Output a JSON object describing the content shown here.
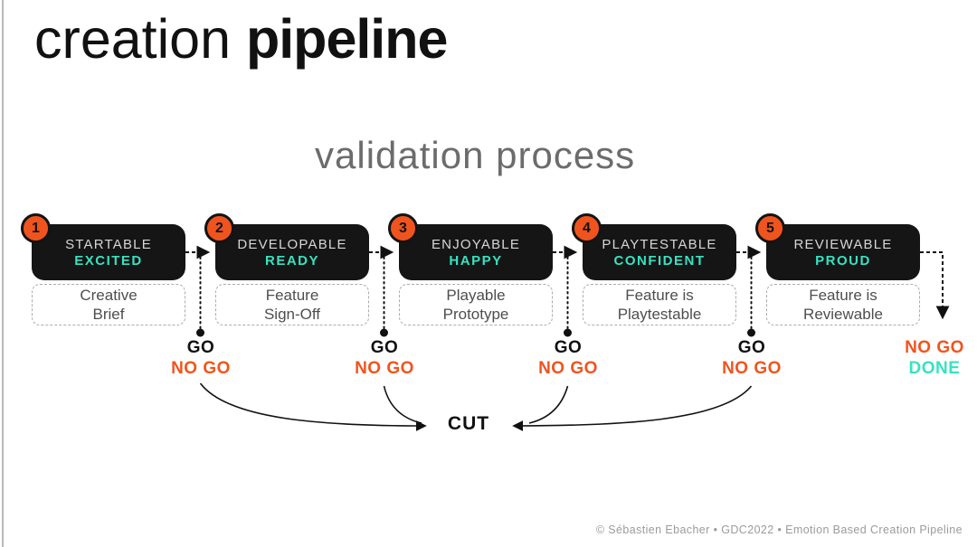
{
  "slide": {
    "title_light": "creation ",
    "title_bold": "pipeline",
    "subtitle": "validation process",
    "footer": "© Sébastien Ebacher • GDC2022 • Emotion Based Creation Pipeline"
  },
  "colors": {
    "accent_orange": "#F0541E",
    "accent_teal": "#38E2C0",
    "stage_black": "#151515"
  },
  "stages": [
    {
      "number": "1",
      "name": "STARTABLE",
      "emotion": "EXCITED",
      "artifact": "Creative\nBrief"
    },
    {
      "number": "2",
      "name": "DEVELOPABLE",
      "emotion": "READY",
      "artifact": "Feature\nSign-Off"
    },
    {
      "number": "3",
      "name": "ENJOYABLE",
      "emotion": "HAPPY",
      "artifact": "Playable\nPrototype"
    },
    {
      "number": "4",
      "name": "PLAYTESTABLE",
      "emotion": "CONFIDENT",
      "artifact": "Feature is\nPlaytestable"
    },
    {
      "number": "5",
      "name": "REVIEWABLE",
      "emotion": "PROUD",
      "artifact": "Feature is\nReviewable"
    }
  ],
  "decisions": [
    {
      "go": "GO",
      "no_go": "NO GO"
    },
    {
      "go": "GO",
      "no_go": "NO GO"
    },
    {
      "go": "GO",
      "no_go": "NO GO"
    },
    {
      "go": "GO",
      "no_go": "NO GO"
    }
  ],
  "final_decision": {
    "no_go": "NO GO",
    "done": "DONE"
  },
  "cut_label": "CUT"
}
